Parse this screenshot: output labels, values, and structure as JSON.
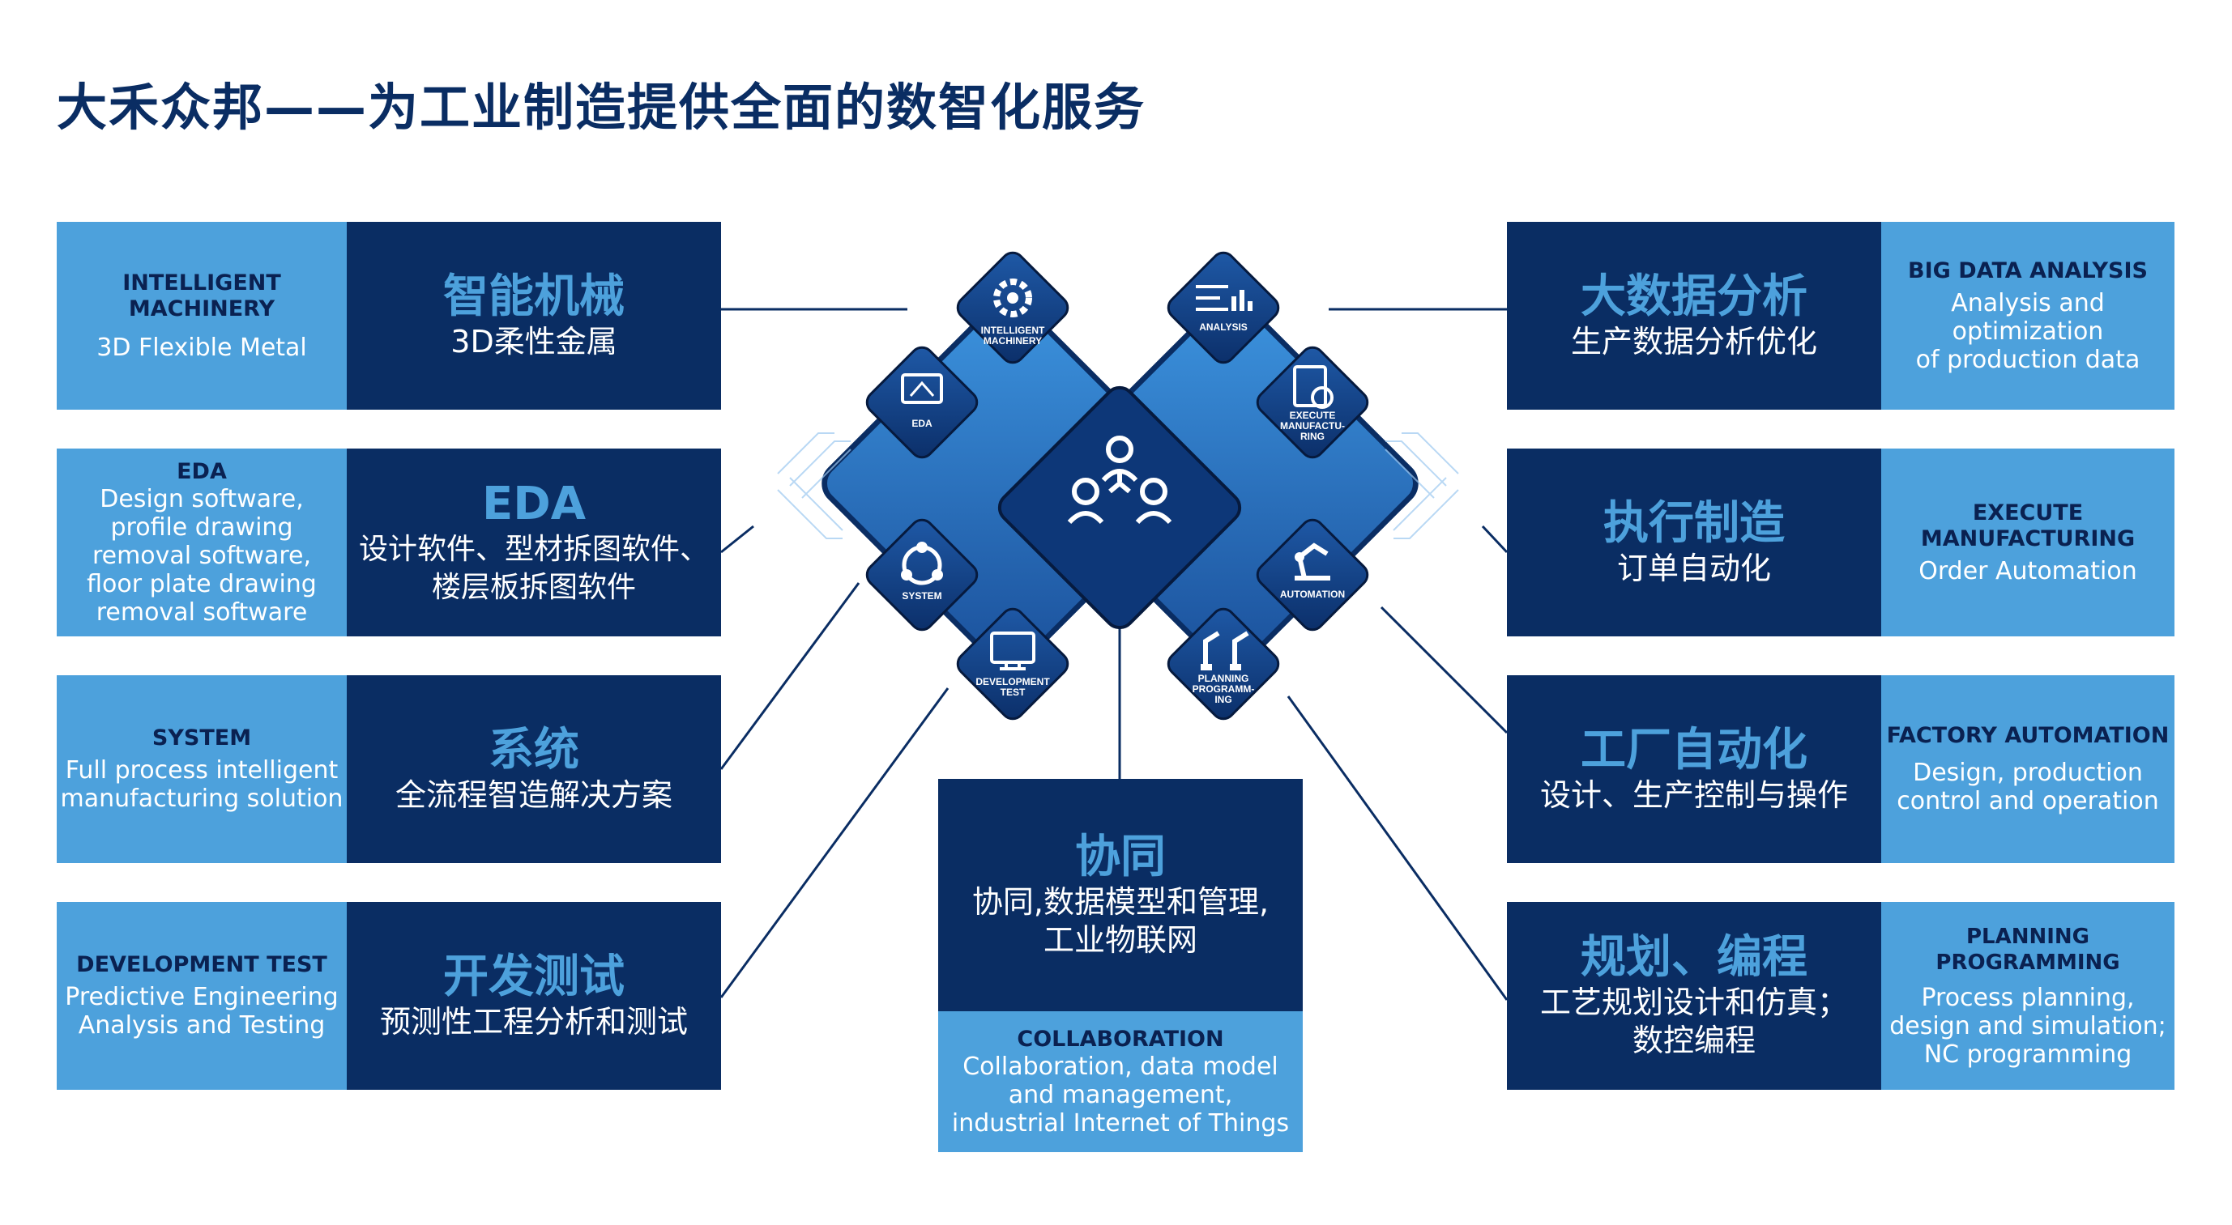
{
  "title": "大禾众邦——为工业制造提供全面的数智化服务",
  "left_items": [
    {
      "en_title": "INTELLIGENT\nMACHINERY",
      "en_desc": "3D Flexible Metal",
      "cn_title": "智能机械",
      "cn_desc": "3D柔性金属"
    },
    {
      "en_title": "EDA",
      "en_desc": "Design software,\nprofile drawing\nremoval software,\nfloor plate drawing\nremoval software",
      "cn_title": "EDA",
      "cn_desc": "设计软件、型材拆图软件、\n楼层板拆图软件"
    },
    {
      "en_title": "SYSTEM",
      "en_desc": "Full process intelligent\nmanufacturing solution",
      "cn_title": "系统",
      "cn_desc": "全流程智造解决方案"
    },
    {
      "en_title": "DEVELOPMENT TEST",
      "en_desc": "Predictive Engineering\nAnalysis and Testing",
      "cn_title": "开发测试",
      "cn_desc": "预测性工程分析和测试"
    }
  ],
  "right_items": [
    {
      "en_title": "BIG DATA ANALYSIS",
      "en_desc": "Analysis and optimization\nof production data",
      "cn_title": "大数据分析",
      "cn_desc": "生产数据分析优化"
    },
    {
      "en_title": "EXECUTE\nMANUFACTURING",
      "en_desc": "Order Automation",
      "cn_title": "执行制造",
      "cn_desc": "订单自动化"
    },
    {
      "en_title": "FACTORY AUTOMATION",
      "en_desc": "Design, production\ncontrol and operation",
      "cn_title": "工厂自动化",
      "cn_desc": "设计、生产控制与操作"
    },
    {
      "en_title": "PLANNING PROGRAMMING",
      "en_desc": "Process planning,\ndesign and simulation;\nNC programming",
      "cn_title": "规划、编程",
      "cn_desc": "工艺规划设计和仿真；\n数控编程"
    }
  ],
  "center_item": {
    "cn_title": "协同",
    "cn_desc": "协同,数据模型和管理,\n工业物联网",
    "en_title": "COLLABORATION",
    "en_desc": "Collaboration, data model\nand management,\nindustrial Internet of Things"
  },
  "diamond_labels": {
    "intelligent_machinery": "INTELLIGENT\nMACHINERY",
    "eda": "EDA",
    "system": "SYSTEM",
    "development_test": "DEVELOPMENT\nTEST",
    "analysis": "ANALYSIS",
    "execute_manufacturing": "EXECUTE\nMANUFACTU-\nRING",
    "automation": "AUTOMATION",
    "planning_programming": "PLANNING\nPROGRAMM-\nING"
  },
  "colors": {
    "dark_navy": "#0a2d63",
    "light_blue": "#4da1dc",
    "title": "#0a2d63"
  }
}
